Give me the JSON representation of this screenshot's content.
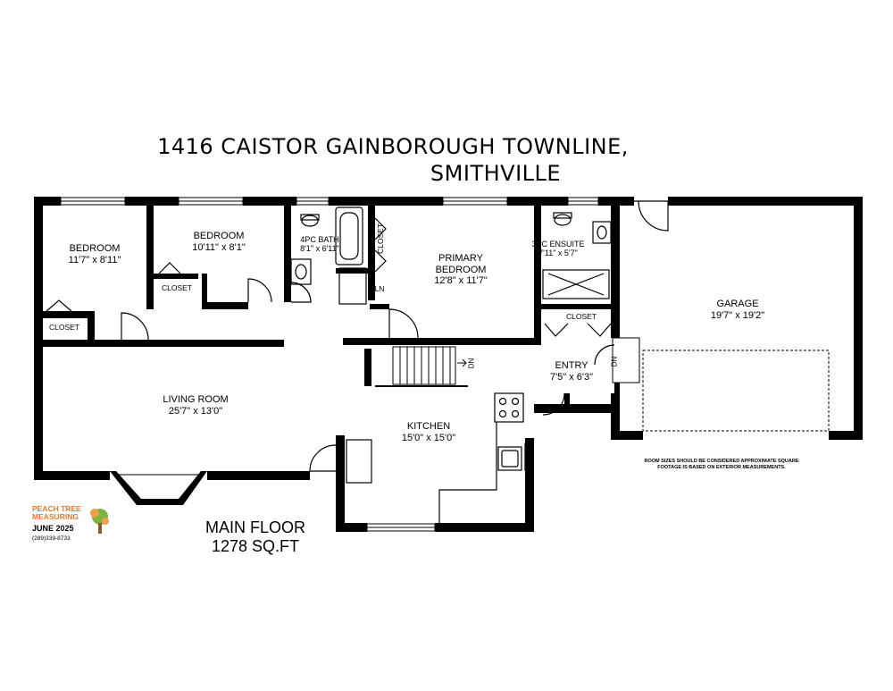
{
  "header": {
    "title_line1": "1416 CAISTOR GAINBOROUGH TOWNLINE,",
    "title_line2": "SMITHVILLE"
  },
  "rooms": {
    "bedroom_left": {
      "name": "BEDROOM",
      "dim": "11'7\" x 8'11\""
    },
    "bedroom_mid": {
      "name": "BEDROOM",
      "dim": "10'11\" x 8'1\""
    },
    "bath": {
      "name": "4PC BATH",
      "dim": "8'1\" x 6'11\""
    },
    "primary": {
      "name": "PRIMARY",
      "name2": "BEDROOM",
      "dim": "12'8\" x 11'7\""
    },
    "ensuite": {
      "name": "3PC ENSUITE",
      "dim": "7'11\" x 5'7\""
    },
    "garage": {
      "name": "GARAGE",
      "dim": "19'7\" x 19'2\""
    },
    "living": {
      "name": "LIVING ROOM",
      "dim": "25'7\" x 13'0\""
    },
    "kitchen": {
      "name": "KITCHEN",
      "dim": "15'0\" x 15'0\""
    },
    "entry": {
      "name": "ENTRY",
      "dim": "7'5\" x 6'3\""
    }
  },
  "closets": {
    "label": "CLOSET",
    "linen": "LN"
  },
  "stairs": {
    "down_label": "DN"
  },
  "footer": {
    "floor": "MAIN FLOOR",
    "area": "1278 SQ.FT"
  },
  "note": "ROOM SIZES SHOULD BE CONSIDERED APPROXIMATE SQUARE FOOTAGE IS BASED ON EXTERIOR MEASUREMENTS.",
  "logo": {
    "line1": "PEACH TREE",
    "line2": "MEASURING",
    "date": "JUNE 2025",
    "phone": "(289)339-8733",
    "accent": "#e8792a",
    "leaf": "#7cb342"
  }
}
